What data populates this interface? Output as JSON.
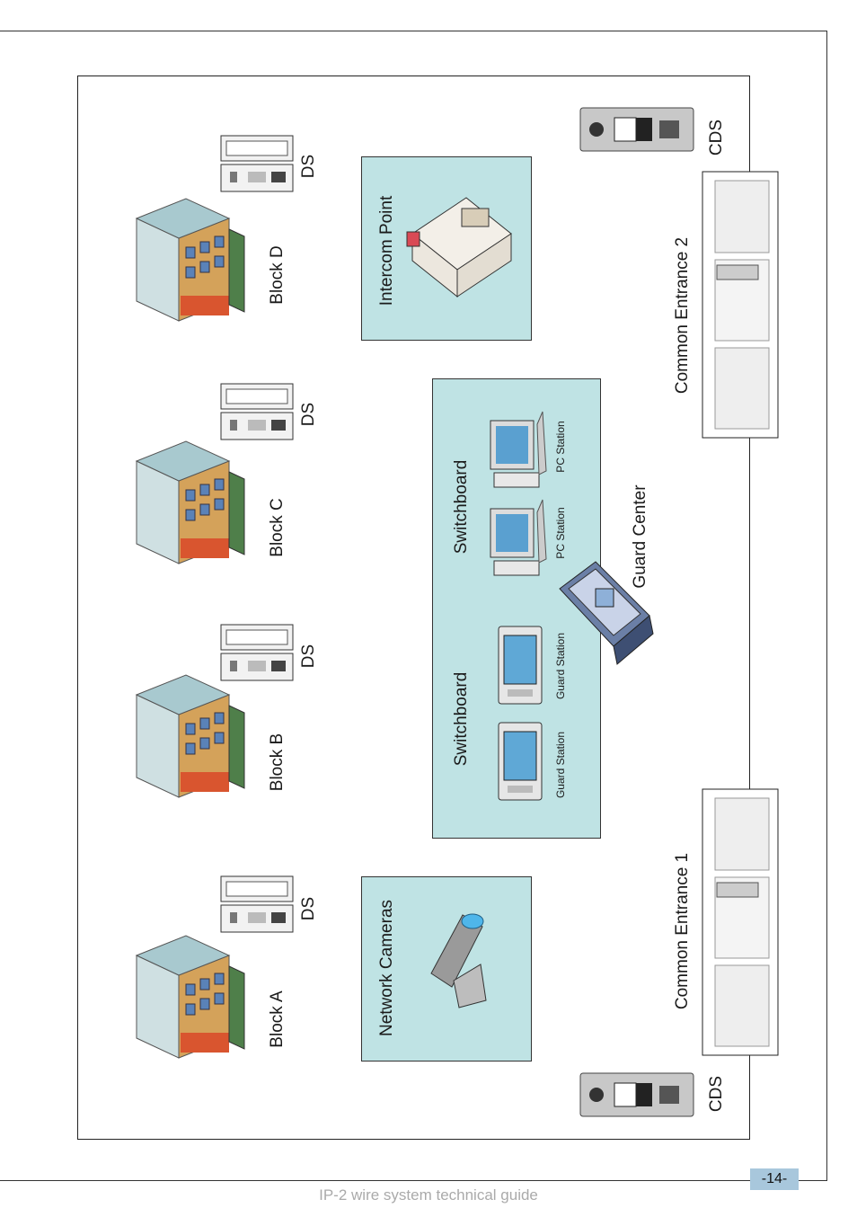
{
  "diagram": {
    "blocks": [
      {
        "label": "Block A",
        "ds_label": "DS"
      },
      {
        "label": "Block B",
        "ds_label": "DS"
      },
      {
        "label": "Block C",
        "ds_label": "DS"
      },
      {
        "label": "Block D",
        "ds_label": "DS"
      }
    ],
    "network_cameras": {
      "title": "Network Cameras"
    },
    "intercom_point": {
      "title": "Intercom Point"
    },
    "guard_panel": {
      "switchboard_left": "Switchboard",
      "switchboard_right": "Switchboard",
      "guard_station_1": "Guard Station",
      "guard_station_2": "Guard Station",
      "pc_station_1": "PC Station",
      "pc_station_2": "PC Station"
    },
    "guard_center": "Guard Center",
    "entrances": [
      {
        "label": "Common Entrance 1"
      },
      {
        "label": "Common Entrance 2"
      }
    ],
    "cds_top": "CDS",
    "cds_bottom": "CDS"
  },
  "page": {
    "number": "-14-",
    "footer": "IP-2 wire system technical guide"
  },
  "colors": {
    "panel": "#bfe3e4",
    "page_badge": "#a8c7dc"
  }
}
